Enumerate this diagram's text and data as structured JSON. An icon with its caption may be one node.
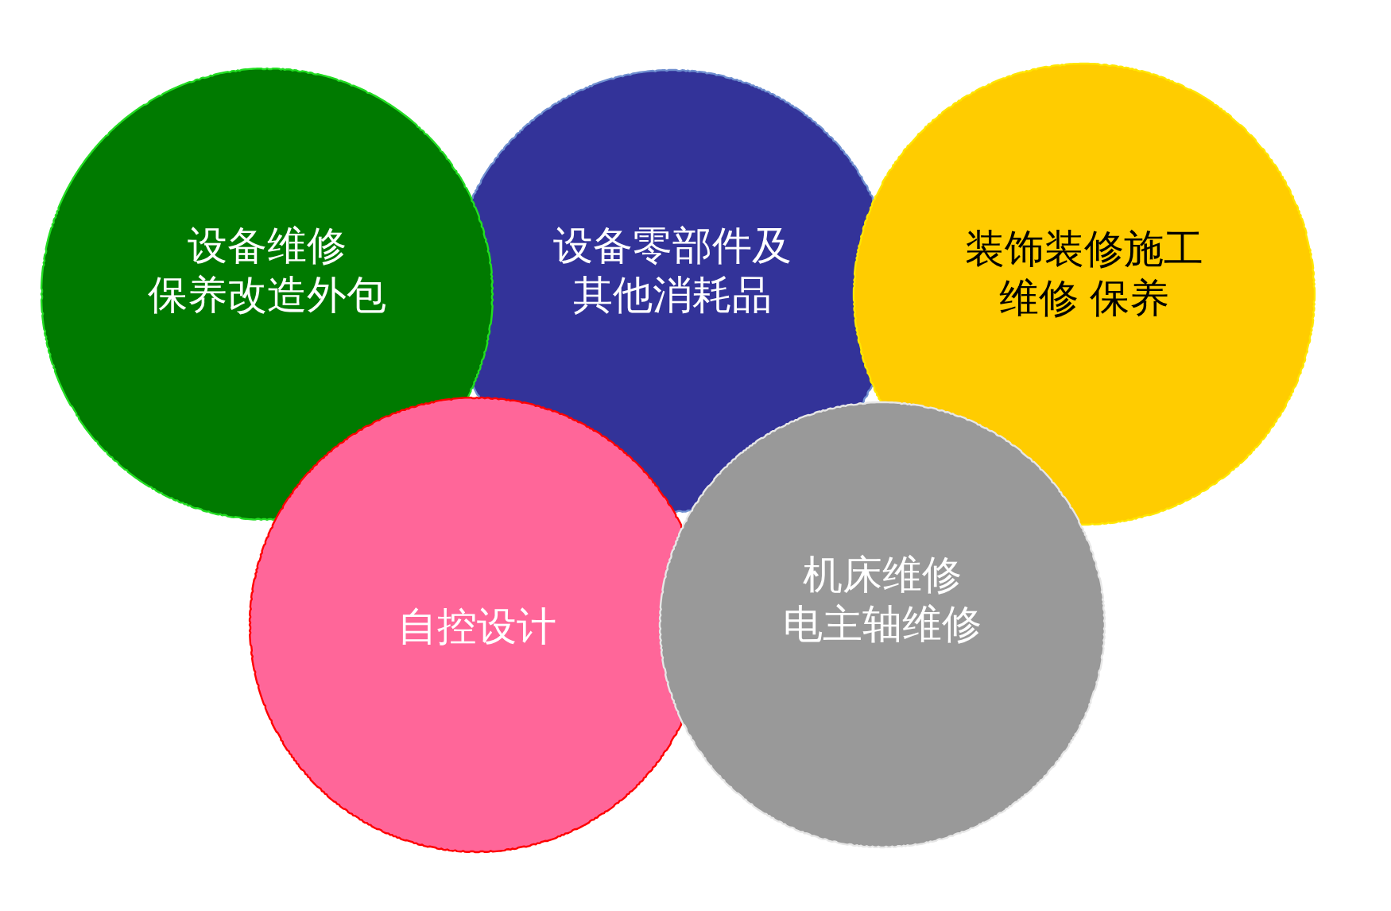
{
  "diagram": {
    "nodes": [
      {
        "text": [
          "设备维修保养改造外包"
        ]
      },
      {
        "text": [
          "设备零部件及其他消耗品"
        ]
      },
      {
        "text": [
          "装饰装修施工维修 保养"
        ]
      },
      {
        "text": [
          "自控设计"
        ]
      },
      {
        "text": [
          "机床维修电主轴维修"
        ]
      }
    ]
  }
}
